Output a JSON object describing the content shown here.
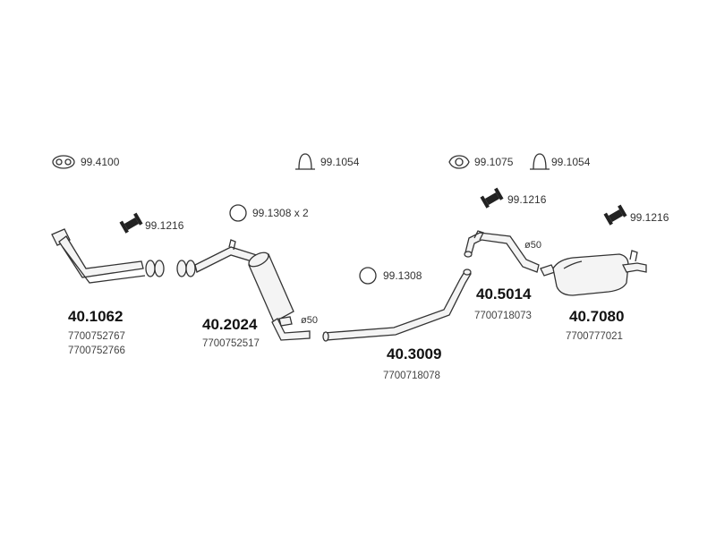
{
  "accessories": {
    "gasket_top": "99.4100",
    "clamp_1": "99.1054",
    "gasket_2": "99.1075",
    "clamp_2": "99.1054",
    "hanger_1": "99.1216",
    "ring_x2": "99.1308 x 2",
    "hanger_2": "99.1216",
    "hanger_3": "99.1216",
    "ring_1": "99.1308"
  },
  "parts": [
    {
      "number": "40.1062",
      "oem": [
        "7700752767",
        "7700752766"
      ]
    },
    {
      "number": "40.2024",
      "oem": [
        "7700752517"
      ],
      "diameter": "ø50"
    },
    {
      "number": "40.3009",
      "oem": [
        "7700718078"
      ]
    },
    {
      "number": "40.5014",
      "oem": [
        "7700718073"
      ],
      "diameter": "ø50"
    },
    {
      "number": "40.7080",
      "oem": [
        "7700777021"
      ]
    }
  ]
}
